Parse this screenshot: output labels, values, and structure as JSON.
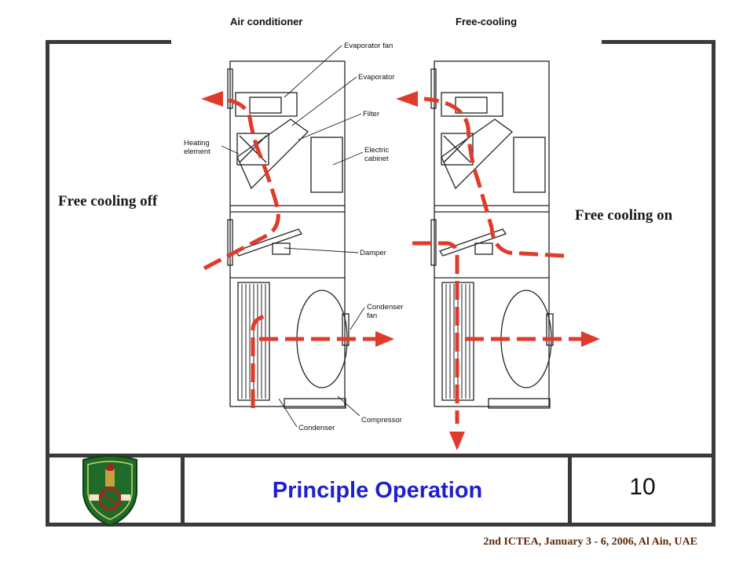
{
  "slide": {
    "header_left": "Air conditioner",
    "header_right": "Free-cooling",
    "label_off": "Free cooling off",
    "label_on": "Free cooling on",
    "title": "Principle Operation",
    "page_number": "10",
    "footer": "2nd ICTEA, January 3 - 6, 2006, Al Ain, UAE"
  },
  "callouts": {
    "evaporator_fan": "Evaporator fan",
    "evaporator": "Evaporator",
    "filter": "Filter",
    "electric_cabinet": "Electric\ncabinet",
    "heating_element": "Heating\nelement",
    "damper": "Damper",
    "condenser_fan": "Condenser\nfan",
    "compressor": "Compressor",
    "condenser": "Condenser"
  },
  "colors": {
    "frame": "#3a3a3a",
    "airflow_arrow": "#e03a2a",
    "title": "#1f1fd2",
    "footer": "#5a2a0a",
    "logo_green": "#1e6b2a"
  },
  "icons": {
    "logo": "university-crest-icon"
  }
}
